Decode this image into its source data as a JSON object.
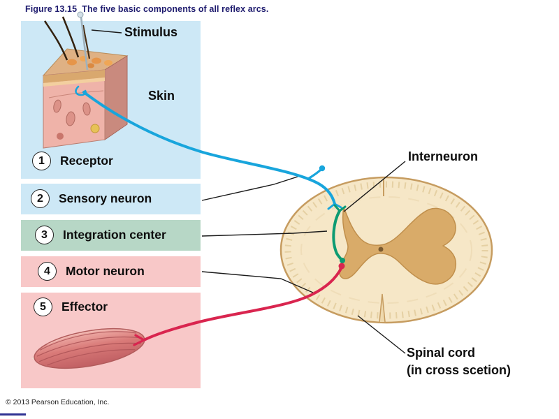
{
  "page": {
    "title": "Figure 13.15  The five basic components of all reflex arcs.",
    "copyright": "© 2013 Pearson Education, Inc."
  },
  "components": [
    {
      "number": "1",
      "label": "Receptor"
    },
    {
      "number": "2",
      "label": "Sensory neuron"
    },
    {
      "number": "3",
      "label": "Integration center"
    },
    {
      "number": "4",
      "label": "Motor neuron"
    },
    {
      "number": "5",
      "label": "Effector"
    }
  ],
  "annotations": {
    "stimulus": "Stimulus",
    "skin": "Skin",
    "interneuron": "Interneuron",
    "spinal_cord": "Spinal cord",
    "spinal_cord_sub": "(in cross scetion)"
  },
  "colors": {
    "panel_blue": "#cde8f6",
    "panel_green": "#b7d7c6",
    "panel_pink": "#f8c8c8",
    "sensory_neuron": "#18a5dc",
    "interneuron": "#0d9b72",
    "motor_neuron": "#d9254f",
    "title_text": "#1e1b6e"
  }
}
